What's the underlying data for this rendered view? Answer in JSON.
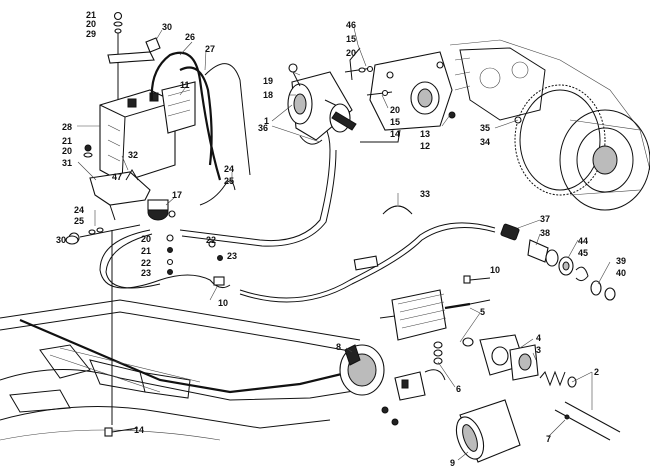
{
  "callouts": [
    {
      "id": "c46",
      "text": "46"
    },
    {
      "id": "c15a",
      "text": "15"
    },
    {
      "id": "c20a",
      "text": "20"
    },
    {
      "id": "c19",
      "text": "19"
    },
    {
      "id": "c18",
      "text": "18"
    },
    {
      "id": "c1",
      "text": "1"
    },
    {
      "id": "c36",
      "text": "36"
    },
    {
      "id": "c20b",
      "text": "20"
    },
    {
      "id": "c15b",
      "text": "15"
    },
    {
      "id": "c14a",
      "text": "14"
    },
    {
      "id": "c13",
      "text": "13"
    },
    {
      "id": "c12",
      "text": "12"
    },
    {
      "id": "c35",
      "text": "35"
    },
    {
      "id": "c34",
      "text": "34"
    },
    {
      "id": "c21a",
      "text": "21"
    },
    {
      "id": "c20c",
      "text": "20"
    },
    {
      "id": "c29",
      "text": "29"
    },
    {
      "id": "c30a",
      "text": "30"
    },
    {
      "id": "c26",
      "text": "26"
    },
    {
      "id": "c27",
      "text": "27"
    },
    {
      "id": "c11",
      "text": "11"
    },
    {
      "id": "c28",
      "text": "28"
    },
    {
      "id": "c21b",
      "text": "21"
    },
    {
      "id": "c20d",
      "text": "20"
    },
    {
      "id": "c31",
      "text": "31"
    },
    {
      "id": "c32",
      "text": "32"
    },
    {
      "id": "c47",
      "text": "47"
    },
    {
      "id": "c17",
      "text": "17"
    },
    {
      "id": "c24a",
      "text": "24"
    },
    {
      "id": "c25a",
      "text": "25"
    },
    {
      "id": "c24b",
      "text": "24"
    },
    {
      "id": "c25b",
      "text": "25"
    },
    {
      "id": "c30b",
      "text": "30"
    },
    {
      "id": "c20e",
      "text": "20"
    },
    {
      "id": "c21c",
      "text": "21"
    },
    {
      "id": "c22a",
      "text": "22"
    },
    {
      "id": "c23a",
      "text": "23"
    },
    {
      "id": "c22b",
      "text": "22"
    },
    {
      "id": "c23b",
      "text": "23"
    },
    {
      "id": "c10a",
      "text": "10"
    },
    {
      "id": "c33",
      "text": "33"
    },
    {
      "id": "c37",
      "text": "37"
    },
    {
      "id": "c38",
      "text": "38"
    },
    {
      "id": "c44",
      "text": "44"
    },
    {
      "id": "c45",
      "text": "45"
    },
    {
      "id": "c39",
      "text": "39"
    },
    {
      "id": "c40",
      "text": "40"
    },
    {
      "id": "c10b",
      "text": "10"
    },
    {
      "id": "c5",
      "text": "5"
    },
    {
      "id": "c4",
      "text": "4"
    },
    {
      "id": "c3",
      "text": "3"
    },
    {
      "id": "c2",
      "text": "2"
    },
    {
      "id": "c8",
      "text": "8"
    },
    {
      "id": "c6",
      "text": "6"
    },
    {
      "id": "c7",
      "text": "7"
    },
    {
      "id": "c9",
      "text": "9"
    },
    {
      "id": "c14b",
      "text": "14"
    }
  ]
}
